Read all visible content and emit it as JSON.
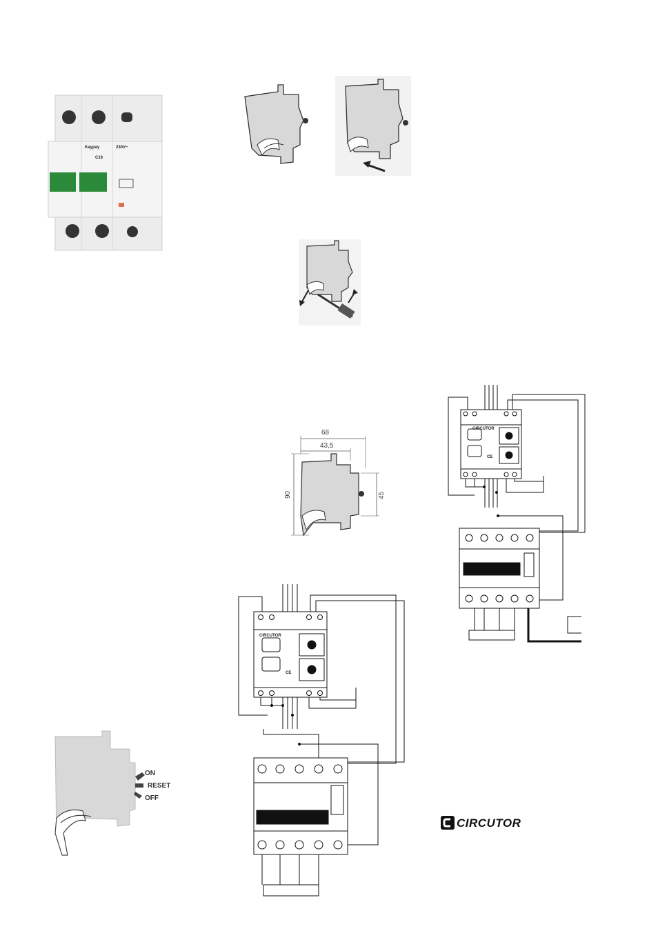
{
  "photo": {
    "brand_text": "Kaypay",
    "rating_text": "C16",
    "voltage_text": "230V~",
    "accent_color": "#2a8a3a"
  },
  "dimensions": {
    "width_total": "68",
    "width_front": "43,5",
    "height_total": "90",
    "height_front": "45"
  },
  "lever_positions": {
    "on": "ON",
    "reset": "RESET",
    "off": "OFF"
  },
  "wiring_device": {
    "brand": "CIRCUTOR",
    "ce_mark": "CE"
  },
  "footer_logo": {
    "text": "CIRCUTOR"
  }
}
